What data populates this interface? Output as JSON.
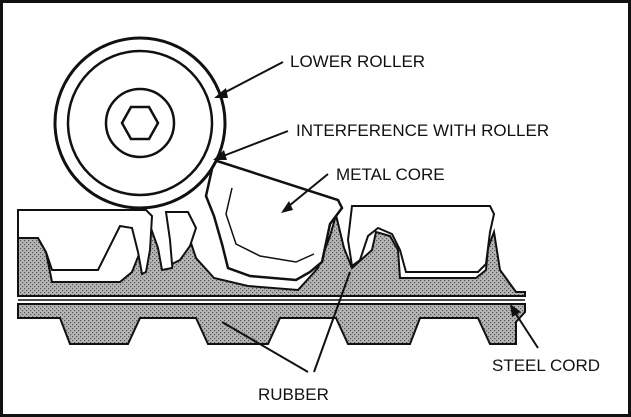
{
  "labels": {
    "lower_roller": "LOWER ROLLER",
    "interference": "INTERFERENCE WITH ROLLER",
    "metal_core": "METAL CORE",
    "steel_cord": "STEEL CORD",
    "rubber": "RUBBER"
  },
  "colors": {
    "ink": "#111111",
    "rubber_fill": "#9c9c9c",
    "background": "#ffffff"
  }
}
